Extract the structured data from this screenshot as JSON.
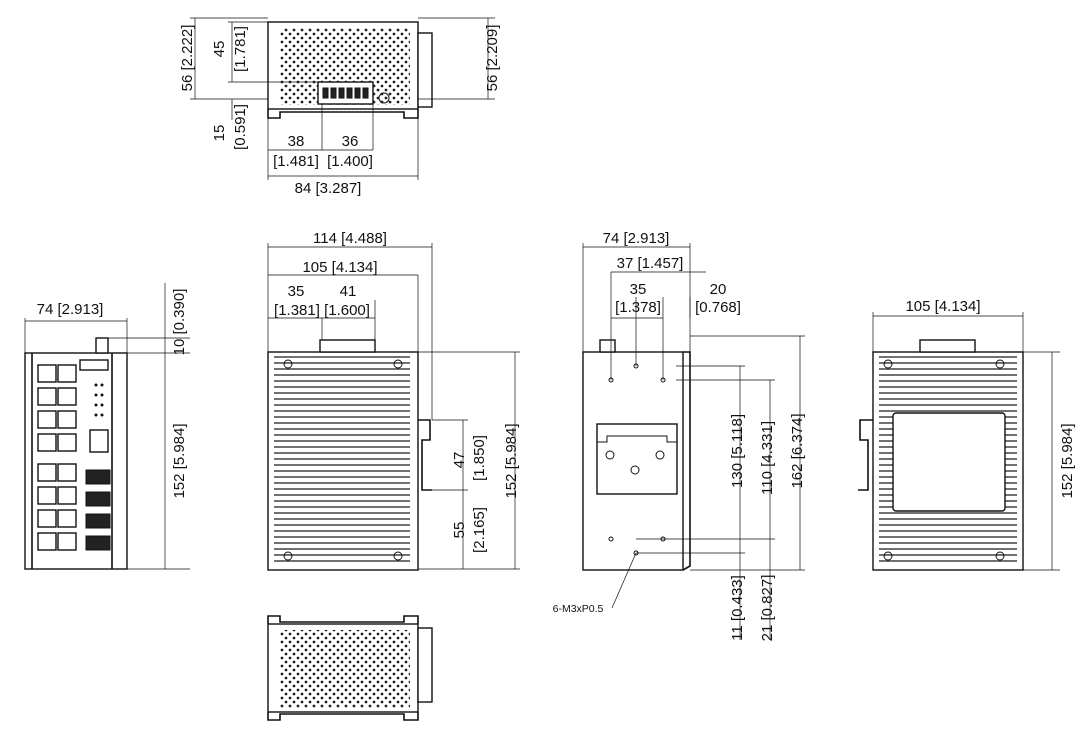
{
  "labels": {
    "top_h_total": "56 [2.222]",
    "top_h_45": "45",
    "top_h_45_in": "[1.781]",
    "top_h_right": "56 [2.209]",
    "top_h_15": "15",
    "top_h_15_in": "[0.591]",
    "top_w_38": "38",
    "top_w_36": "36",
    "top_w_38_in": "[1.481]",
    "top_w_36_in": "[1.400]",
    "top_w_84": "84 [3.287]",
    "front_w_74": "74 [2.913]",
    "front_h_10": "10 [0.390]",
    "front_h_152": "152 [5.984]",
    "side_w_114": "114 [4.488]",
    "side_w_105": "105 [4.134]",
    "side_w_35": "35",
    "side_w_41": "41",
    "side_w_pair_in": "[1.381] [1.600]",
    "side_h_47": "47",
    "side_h_47_in": "[1.850]",
    "side_h_55": "55",
    "side_h_55_in": "[2.165]",
    "side_h_152": "152 [5.984]",
    "rear_w_74": "74 [2.913]",
    "rear_w_37": "37 [1.457]",
    "rear_w_35": "35",
    "rear_w_35_in": "[1.378]",
    "rear_w_20": "20",
    "rear_w_20_in": "[0.768]",
    "rear_h_130": "130 [5.118]",
    "rear_h_110": "110 [4.331]",
    "rear_h_162": "162 [6.374]",
    "rear_h_11": "11 [0.433]",
    "rear_h_21": "21 [0.827]",
    "rear_screw": "6-M3xP0.5",
    "back_w_105": "105 [4.134]",
    "back_h_152": "152 [5.984]"
  }
}
